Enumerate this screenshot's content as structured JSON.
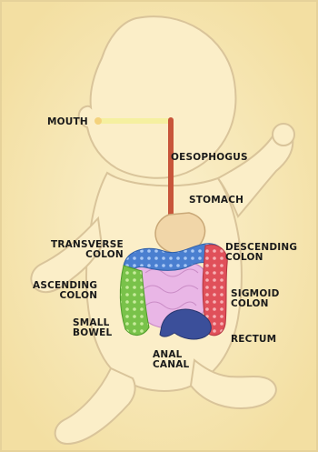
{
  "labels": {
    "mouth": "MOUTH",
    "oesophagus": "OESOPHOGUS",
    "stomach": "STOMACH",
    "transverse_colon": [
      "TRANSVERSE",
      "COLON"
    ],
    "descending_colon": [
      "DESCENDING",
      "COLON"
    ],
    "ascending_colon": [
      "ASCENDING",
      "COLON"
    ],
    "sigmoid_colon": [
      "SIGMOID",
      "COLON"
    ],
    "small_bowel": [
      "SMALL",
      "BOWEL"
    ],
    "rectum": "RECTUM",
    "anal_canal": [
      "ANAL",
      "CANAL"
    ]
  },
  "colors": {
    "background": "#f7e7b0",
    "baby_outline": "#d9c49a",
    "oesophagus": "#c8553a",
    "stomach": "#f1d6a8",
    "transverse_colon": "#4a7fd0",
    "ascending_colon": "#79c24a",
    "descending_colon": "#e0505a",
    "small_bowel": "#e9b6e6",
    "rectum": "#3b4f9a",
    "mouth_pointer": "#f5f0a0"
  }
}
